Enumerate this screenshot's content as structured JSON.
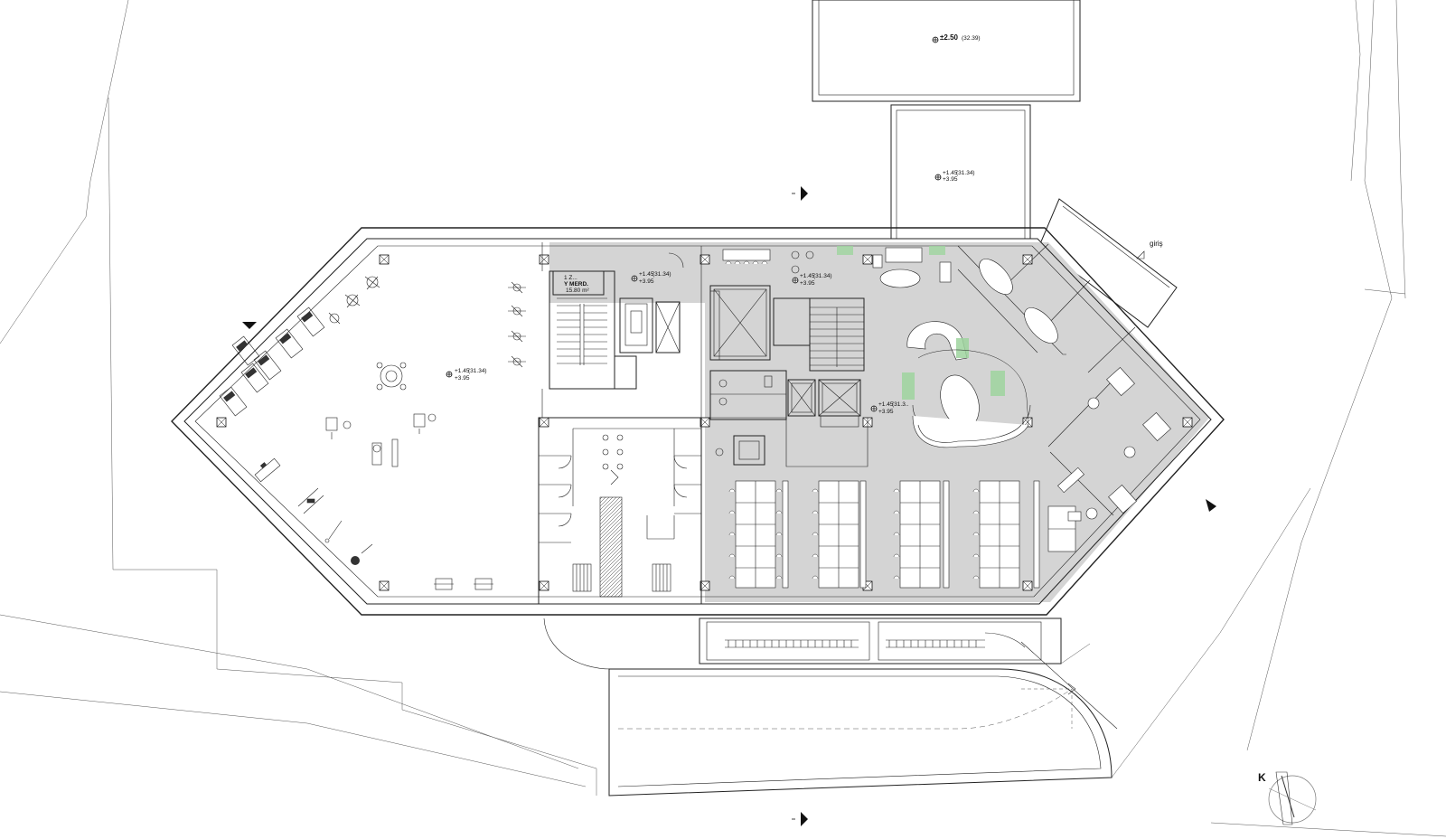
{
  "plan": {
    "levels": {
      "terrace_top": {
        "level": "±2.50",
        "abs": "(32.39)"
      },
      "terrace_2": {
        "level": "+1.45",
        "abs": "(31.34)",
        "ceiling": "+3.95"
      },
      "gym": {
        "level": "+1.45",
        "abs": "(31.34)",
        "ceiling": "+3.95"
      },
      "core": {
        "level": "+1.45",
        "abs": "(31.34)",
        "ceiling": "+3.95"
      },
      "office_core": {
        "level": "+1.45",
        "abs": "(31.34)",
        "ceiling": "+3.95"
      },
      "office": {
        "level": "+1.45",
        "abs": "(31.3..",
        "ceiling": "+3.95"
      }
    },
    "room_tag": {
      "line1": "1 Z...",
      "line2": "Y MERD.",
      "area": "15.80 m²"
    },
    "entrance_label": "giriş",
    "north_label": "K",
    "colors": {
      "fill": "#d4d4d4",
      "plant": "#9ed49e",
      "line": "#222222"
    }
  }
}
